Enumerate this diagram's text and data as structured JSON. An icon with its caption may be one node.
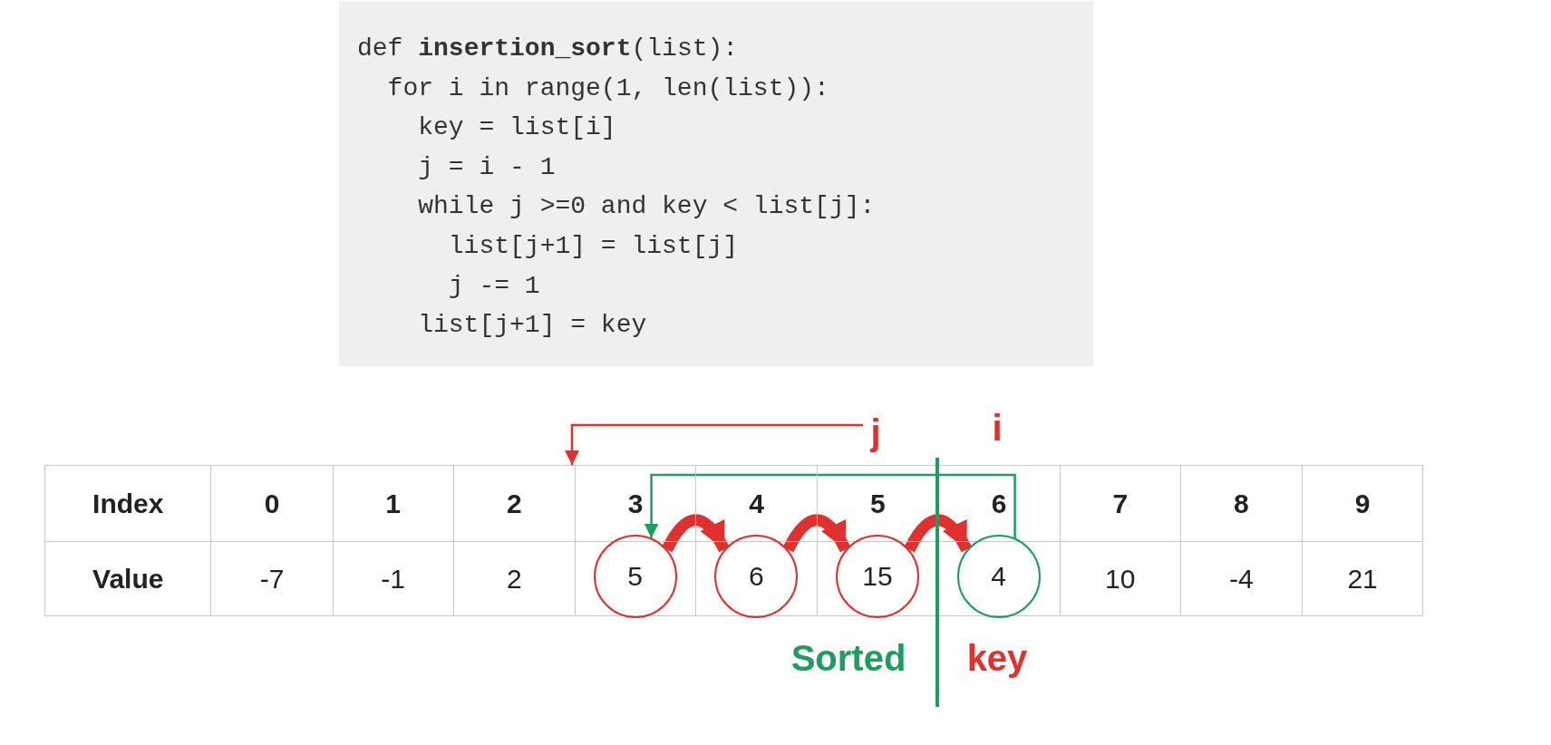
{
  "diagram": {
    "nodes": [
      {
        "text": [
          "def **insertion_sort**(list):",
          "  for i in range(1, len(list)):",
          "    key = list[i]",
          "    j = i - 1",
          "    while j >=0 and key < list[j]:",
          "      list[j+1] = list[j]",
          "      j -= 1",
          "    list[j+1] = key"
        ]
      },
      {
        "text": [
          "5"
        ]
      },
      {
        "text": [
          "6"
        ]
      },
      {
        "text": [
          "15"
        ]
      },
      {
        "text": [
          "4"
        ]
      },
      {
        "text": [
          "j"
        ]
      },
      {
        "text": [
          "2"
        ]
      }
    ],
    "edges": [
      {
        "from": 1,
        "to": 2,
        "arrow": "to"
      },
      {
        "from": 2,
        "to": 3,
        "arrow": "to"
      },
      {
        "from": 3,
        "to": 4,
        "arrow": "to"
      },
      {
        "from": 4,
        "to": 1,
        "arrow": "to",
        "color": "#1e9e5e"
      },
      {
        "from": 5,
        "to": 6,
        "arrow": "to"
      }
    ],
    "labels": [
      "i",
      "Index",
      "0",
      "1",
      "3",
      "4",
      "5",
      "6",
      "7",
      "8",
      "9",
      "Value",
      "-7",
      "-1",
      "2",
      "10",
      "-4",
      "21",
      "Sorted",
      "key"
    ]
  }
}
